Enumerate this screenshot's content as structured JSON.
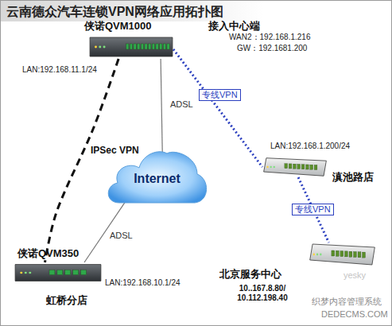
{
  "diagram": {
    "title": "云南德众汽车连锁VPN网络应用拓扑图",
    "nodes": [
      {
        "text": [
          "侠诺QVM1000",
          "接入中心端",
          "LAN:192.168.11.1/24",
          "WAN2：192.168.1.216",
          "GW：192.1681.200"
        ]
      },
      {
        "text": [
          "Internet"
        ]
      },
      {
        "text": [
          "LAN:192.168.1.200/24",
          "滇池路店"
        ]
      },
      {
        "text": [
          "侠诺QVM350",
          "LAN:192.168.10.1/24",
          "虹桥分店"
        ]
      },
      {
        "text": [
          "北京服务中心",
          "10..167.8.80/ 10.112.198.40"
        ]
      }
    ],
    "edges": [
      {
        "from": 0,
        "to": 1,
        "label": "ADSL",
        "arrow": "none"
      },
      {
        "from": 0,
        "to": 3,
        "label": "IPSec VPN",
        "arrow": "none"
      },
      {
        "from": 3,
        "to": 1,
        "label": "ADSL",
        "arrow": "none"
      },
      {
        "from": 0,
        "to": 2,
        "label": "专线VPN",
        "arrow": "none"
      },
      {
        "from": 2,
        "to": 4,
        "label": "专线VPN",
        "arrow": "none"
      }
    ],
    "labels": [
      "yesky",
      "织梦内容管理系统",
      "DEDECMS.COM"
    ]
  }
}
